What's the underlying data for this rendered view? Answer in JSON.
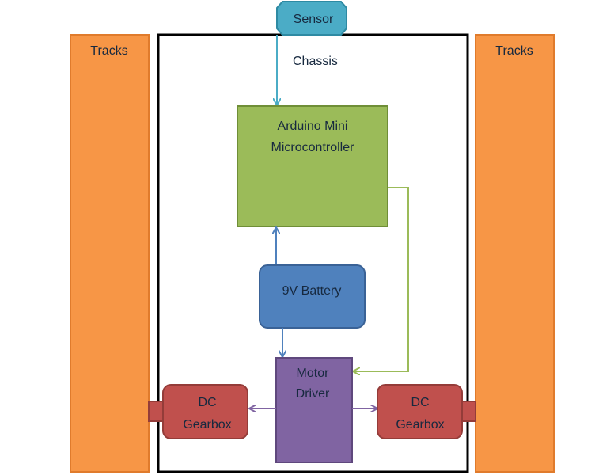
{
  "diagram": {
    "chassis_label": "Chassis",
    "left_track_label": "Tracks",
    "right_track_label": "Tracks",
    "sensor_label": "Sensor",
    "arduino_label_line1": "Arduino Mini",
    "arduino_label_line2": "Microcontroller",
    "battery_label": "9V Battery",
    "motor_driver_line1": "Motor",
    "motor_driver_line2": "Driver",
    "left_gearbox_line1": "DC",
    "left_gearbox_line2": "Gearbox",
    "right_gearbox_line1": "DC",
    "right_gearbox_line2": "Gearbox"
  },
  "colors": {
    "track_fill": "#f79646",
    "track_stroke": "#e07b2c",
    "sensor_fill": "#4bacc6",
    "sensor_stroke": "#2e8aa3",
    "arduino_fill": "#9bbb59",
    "arduino_stroke": "#6f8e37",
    "battery_fill": "#4f81bd",
    "battery_stroke": "#3a6296",
    "motor_driver_fill": "#8064a2",
    "motor_driver_stroke": "#5f487d",
    "gearbox_fill": "#c0504d",
    "gearbox_stroke": "#943c39",
    "chassis_stroke": "#000000",
    "sensor_arrow": "#4bacc6",
    "arduino_to_driver_arrow": "#9bbb59",
    "battery_arrow": "#4f81bd",
    "driver_to_gearbox_arrow": "#8064a2"
  }
}
